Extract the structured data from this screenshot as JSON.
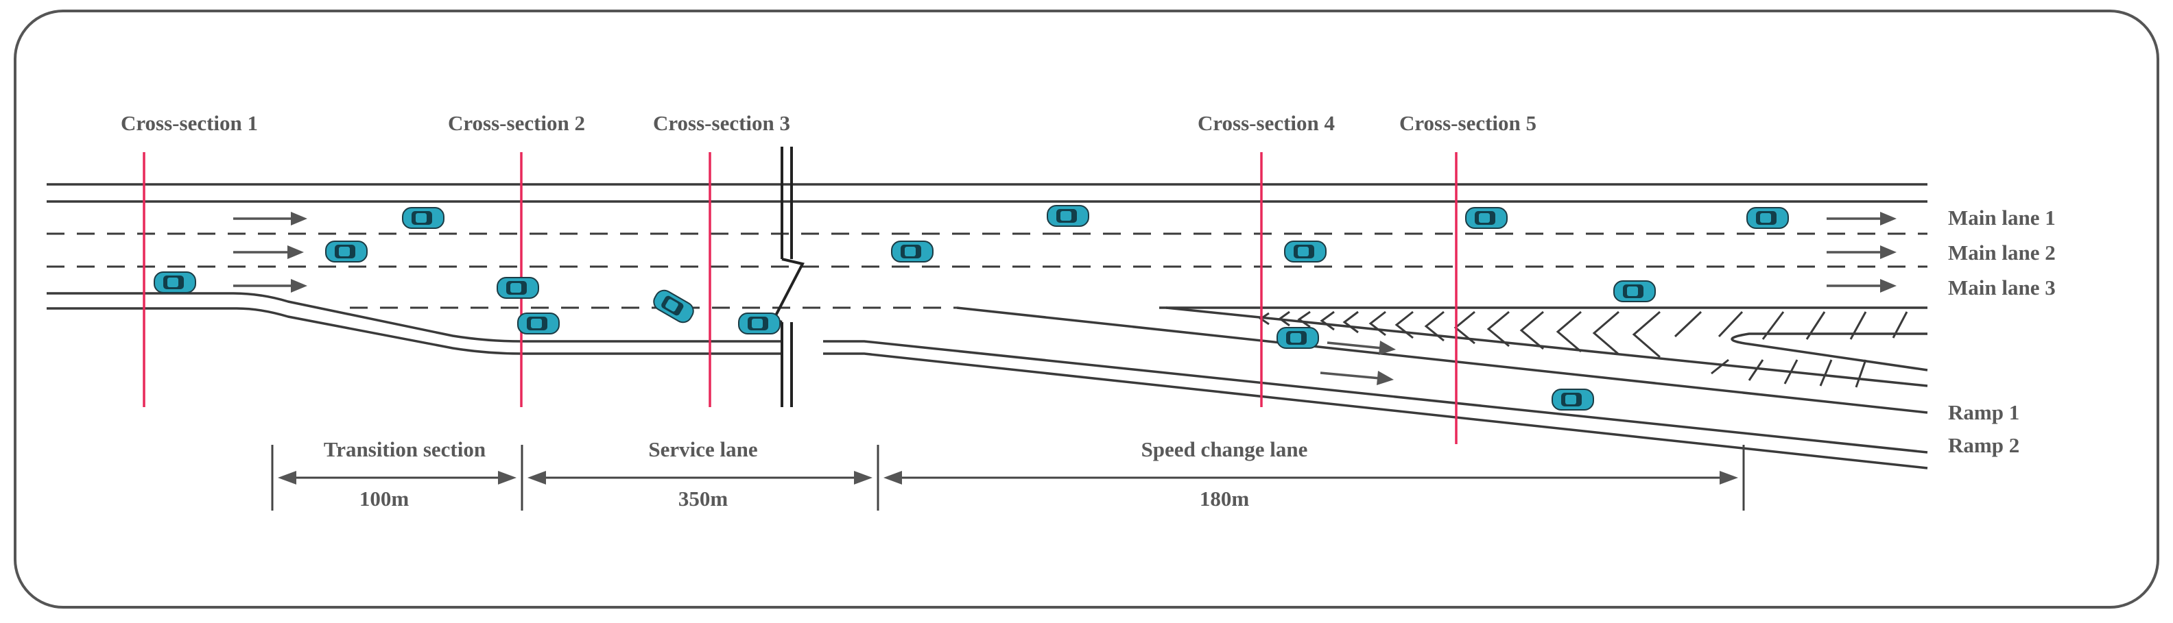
{
  "cross_sections": [
    "Cross-section 1",
    "Cross-section 2",
    "Cross-section 3",
    "Cross-section 4",
    "Cross-section 5"
  ],
  "lanes": {
    "main_lane_1": "Main lane 1",
    "main_lane_2": "Main lane 2",
    "main_lane_3": "Main lane 3",
    "ramp_1": "Ramp 1",
    "ramp_2": "Ramp 2"
  },
  "sections": {
    "transition": {
      "label": "Transition section",
      "length": "100m"
    },
    "service": {
      "label": "Service lane",
      "length": "350m"
    },
    "speed_change": {
      "label": "Speed change lane",
      "length": "180m"
    }
  },
  "colors": {
    "cross_section_line": "#e8295a",
    "car_body": "#2aa7bf",
    "car_window": "#123e4a",
    "road_line": "#3a3a3a"
  }
}
